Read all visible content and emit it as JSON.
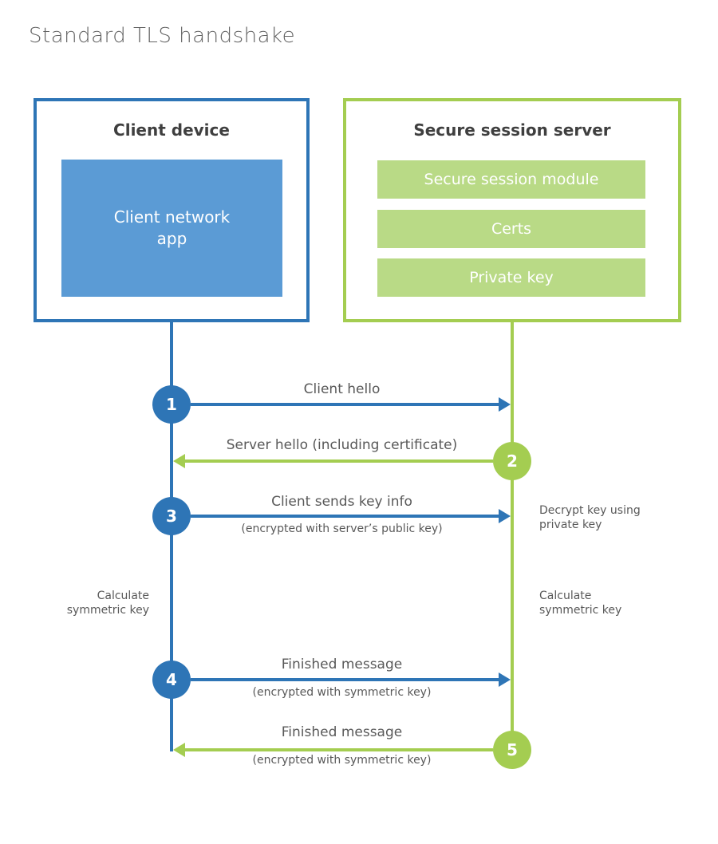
{
  "page": {
    "title": "Standard TLS handshake"
  },
  "colors": {
    "client_accent": "#2e75b6",
    "client_fill": "#5b9bd5",
    "server_accent": "#a4cd51",
    "server_fill": "#b9da86",
    "heading_text": "#3f3f3f",
    "label_text": "#595959"
  },
  "client": {
    "title": "Client device",
    "app_label": "Client network\napp"
  },
  "server": {
    "title": "Secure session server",
    "modules": [
      "Secure session module",
      "Certs",
      "Private key"
    ]
  },
  "steps": [
    {
      "number": "1",
      "actor": "client",
      "direction": "right",
      "label": "Client hello",
      "sublabel": ""
    },
    {
      "number": "2",
      "actor": "server",
      "direction": "left",
      "label": "Server hello (including certificate)",
      "sublabel": ""
    },
    {
      "number": "3",
      "actor": "client",
      "direction": "right",
      "label": "Client sends key info",
      "sublabel": "(encrypted with server’s public key)"
    },
    {
      "number": "4",
      "actor": "client",
      "direction": "right",
      "label": "Finished message",
      "sublabel": "(encrypted with symmetric key)"
    },
    {
      "number": "5",
      "actor": "server",
      "direction": "left",
      "label": "Finished message",
      "sublabel": "(encrypted with symmetric key)"
    }
  ],
  "notes": {
    "decrypt": "Decrypt key using\nprivate key",
    "calc_left": "Calculate\nsymmetric key",
    "calc_right": "Calculate\nsymmetric key"
  }
}
